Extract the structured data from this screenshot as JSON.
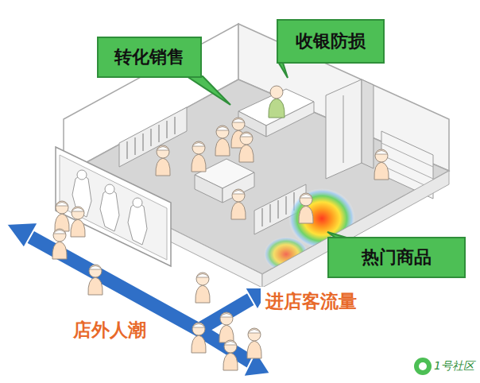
{
  "diagram": {
    "nodes": [
      {
        "text": [
          "转化销售"
        ]
      },
      {
        "text": [
          "收银防损"
        ]
      },
      {
        "text": [
          "热门商品"
        ]
      }
    ],
    "labels": [
      "店外人潮",
      "进店客流量",
      "1号社区"
    ]
  }
}
